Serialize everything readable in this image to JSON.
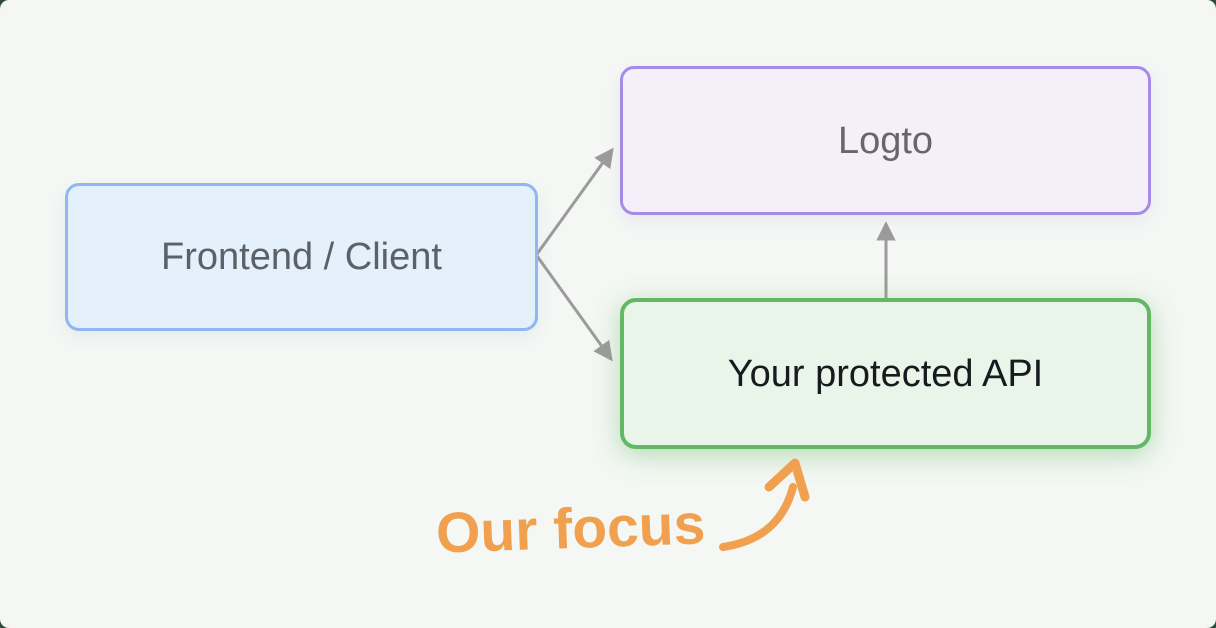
{
  "page": {
    "background_color": "#f4f7f4",
    "corner_backdrop_color": "#2e4b3e"
  },
  "diagram": {
    "nodes": [
      {
        "id": "frontend",
        "label": "Frontend / Client",
        "fill": "#e4f0fb",
        "border_color": "#8fb8f0",
        "text_color": "#5b6166"
      },
      {
        "id": "logto",
        "label": "Logto",
        "fill": "#f5effa",
        "border_color": "#a78be8",
        "text_color": "#66666b"
      },
      {
        "id": "api",
        "label": "Your protected API",
        "fill": "#e9f5e8",
        "border_color": "#63b865",
        "text_color": "#171b20"
      }
    ],
    "edges": [
      {
        "from": "frontend",
        "to": "logto",
        "color": "#9b9b9b",
        "style": "straight-arrow"
      },
      {
        "from": "frontend",
        "to": "api",
        "color": "#9b9b9b",
        "style": "straight-arrow"
      },
      {
        "from": "api",
        "to": "logto",
        "color": "#9b9b9b",
        "style": "straight-arrow"
      }
    ],
    "annotation": {
      "label": "Our focus",
      "color": "#f0a04e",
      "target": "api",
      "arrow_style": "hand-drawn-curve-up-right"
    }
  }
}
